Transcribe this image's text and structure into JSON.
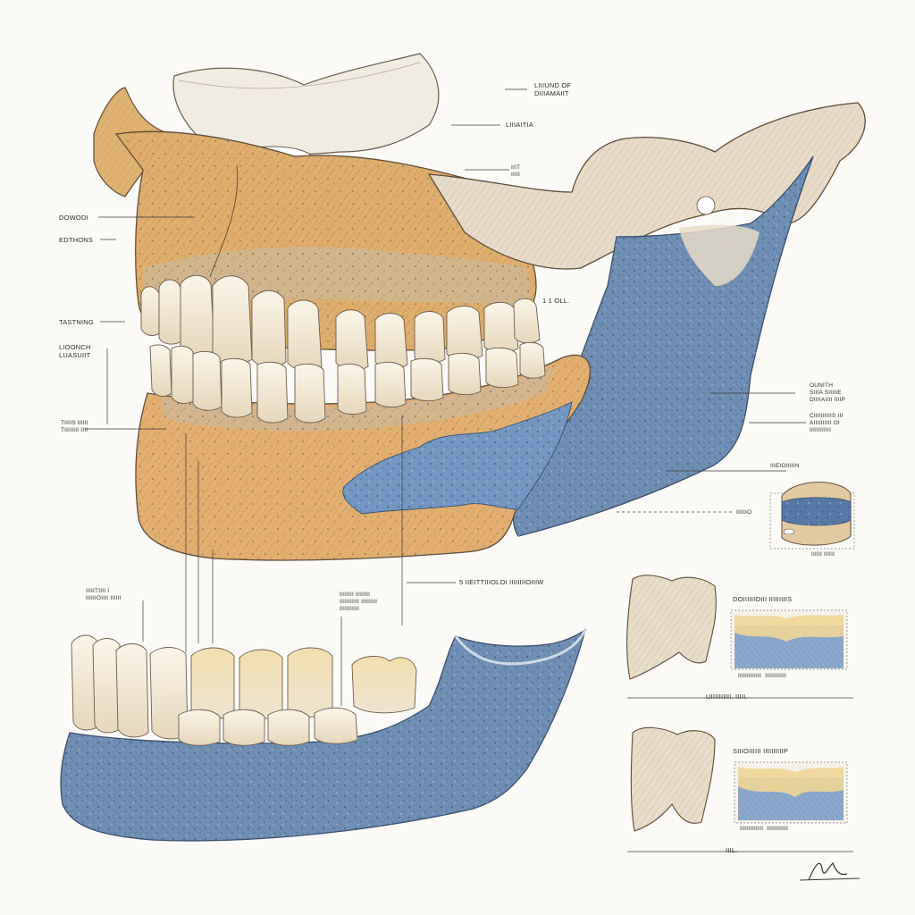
{
  "colors": {
    "paper": "#fbfaf7",
    "bone_orange": "#d9a15c",
    "bone_cream": "#efe3cc",
    "bone_blue": "#6f8fb5",
    "blue_dark": "#3f5f88",
    "enamel": "#f3ead8",
    "ink": "#4a3f34",
    "leader": "#3a3a3a"
  },
  "icons": {
    "signature": "signature-icon"
  },
  "labels": {
    "top_right_1": "LIIIUND OF\nDIIIAMAIIT",
    "top_right_2": "LIIIAITIA",
    "top_mid": "IIIT\nIIIII",
    "left_1": "DOWODI",
    "left_2": "EDTHONS",
    "left_3": "TASTNING",
    "left_4": "LIOONCH\nLUASUIIT",
    "left_5": "TIIIIS IIIIII\nTIIIIIIII IIII",
    "mid_right": "1 1 OLL.",
    "right_1": "OUNITH\nSIIIA SIIIIIE\nDIIIIAIIII IIIIP",
    "right_2": "CIIIIIIIIIIS III\nAIIIIIIIIII OI\nIIIIIIIIIIII",
    "inset_top": "IIIEIOIIIIIN",
    "inset_side": "IIIIIIO",
    "inset_caption": "IIIIII IIIIII",
    "center_1": "5 IIEITTIIIOLOI IIIIIIIIOIIIW",
    "lower_left": "IIIIITIIII I\nIIIIIIOIIII IIIIII",
    "lower_mid": "IIIIIIII IIIIIIII\nIIIIIIIIIII IIIIIIIII\nIIIIIIIIIII",
    "panel1_title": "DOIIIIIIOIII IIIIIIIIIS",
    "panel1_caption": "IIIIIIIIIIIII  IIIIIIIIIIII",
    "panel1_footer": "UIIIIIIIIII. IIIII.",
    "panel2_title": "SIIIOIIIIII IIIIIIIIIIP",
    "panel2_caption": "IIIIIIIIIIIII  IIIIIIIIIIII",
    "panel2_footer": "IIIL."
  }
}
